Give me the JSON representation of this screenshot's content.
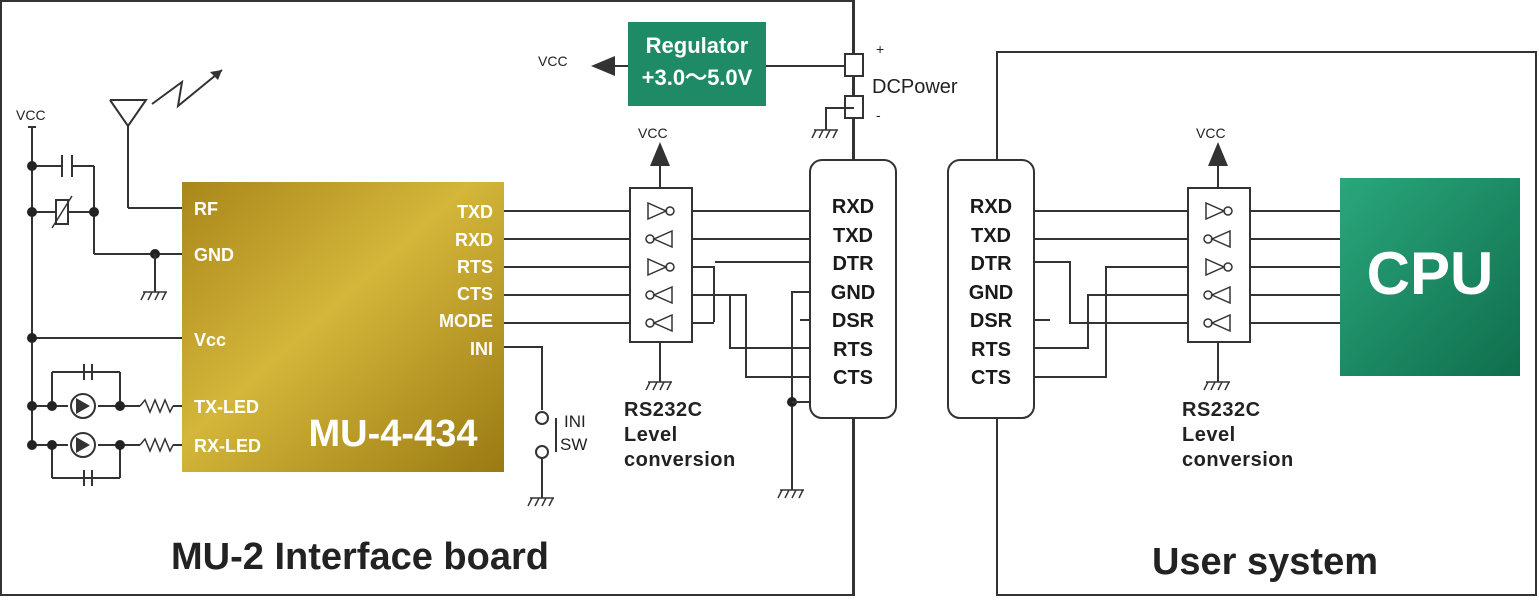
{
  "left_board_title": "MU-2 Interface board",
  "right_board_title": "User system",
  "module": {
    "name": "MU-4-434",
    "left_pins": [
      "RF",
      "GND",
      "Vcc",
      "TX-LED",
      "RX-LED"
    ],
    "right_pins": [
      "TXD",
      "RXD",
      "RTS",
      "CTS",
      "MODE",
      "INI"
    ]
  },
  "regulator": {
    "line1": "Regulator",
    "line2": "+3.0～5.0V"
  },
  "dc_power": {
    "label": "DCPower",
    "plus": "+",
    "minus": "-"
  },
  "vcc_label": "VCC",
  "ini_switch": {
    "line1": "INI",
    "line2": "SW"
  },
  "level_conversion": {
    "line1": "RS232C",
    "line2": "Level",
    "line3": "conversion"
  },
  "connector_pins": [
    "RXD",
    "TXD",
    "DTR",
    "GND",
    "DSR",
    "RTS",
    "CTS"
  ],
  "cpu_label": "CPU",
  "colors": {
    "regulator": "#1f8a66",
    "cpu": "#178a63",
    "module_gold": "#b8961e",
    "line": "#333333"
  }
}
